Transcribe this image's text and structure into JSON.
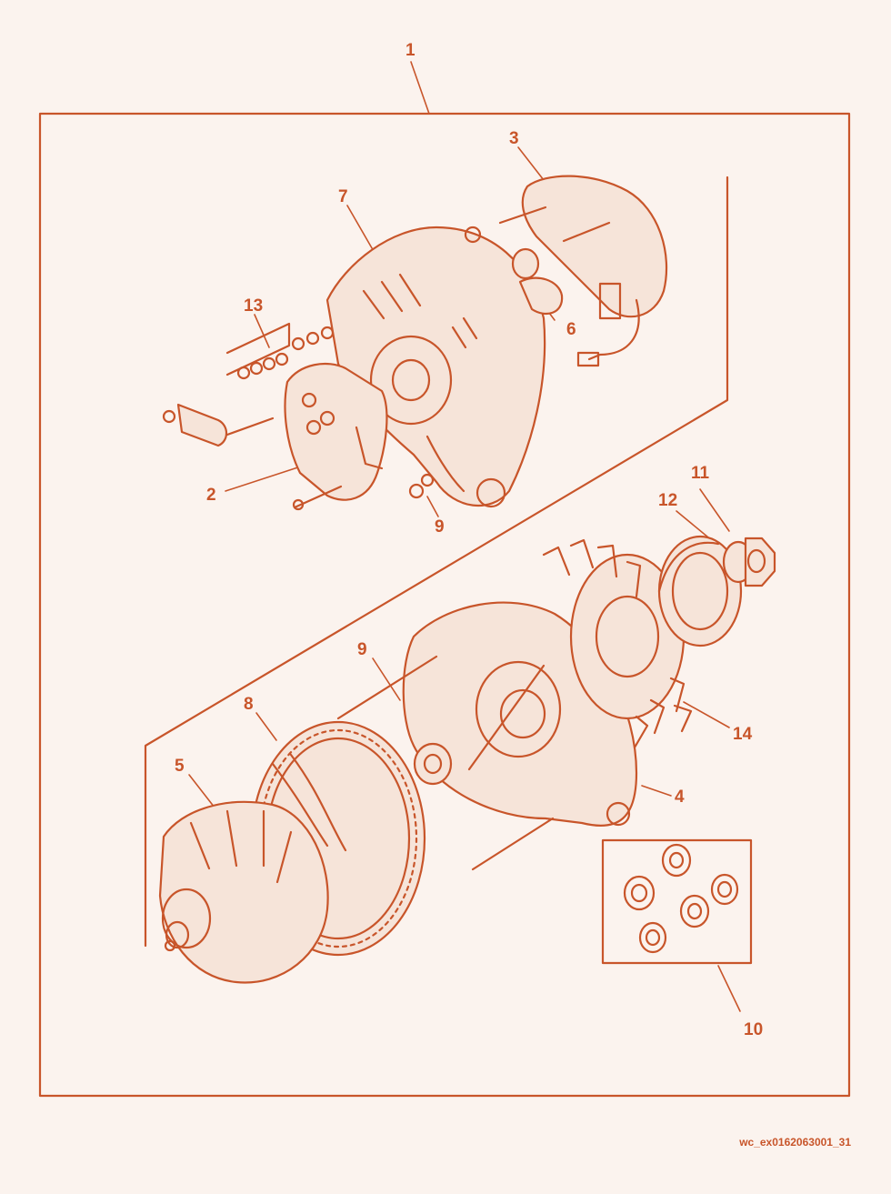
{
  "colors": {
    "ink": "#c8552a",
    "background": "#fbf3ee",
    "fill": "#f6e4d9"
  },
  "callouts": {
    "c1": "1",
    "c2": "2",
    "c3": "3",
    "c4": "4",
    "c5": "5",
    "c6": "6",
    "c7": "7",
    "c8": "8",
    "c9a": "9",
    "c9b": "9",
    "c10": "10",
    "c11": "11",
    "c12": "12",
    "c13": "13",
    "c14": "14"
  },
  "footer": {
    "code": "wc_ex0162063001_31"
  }
}
